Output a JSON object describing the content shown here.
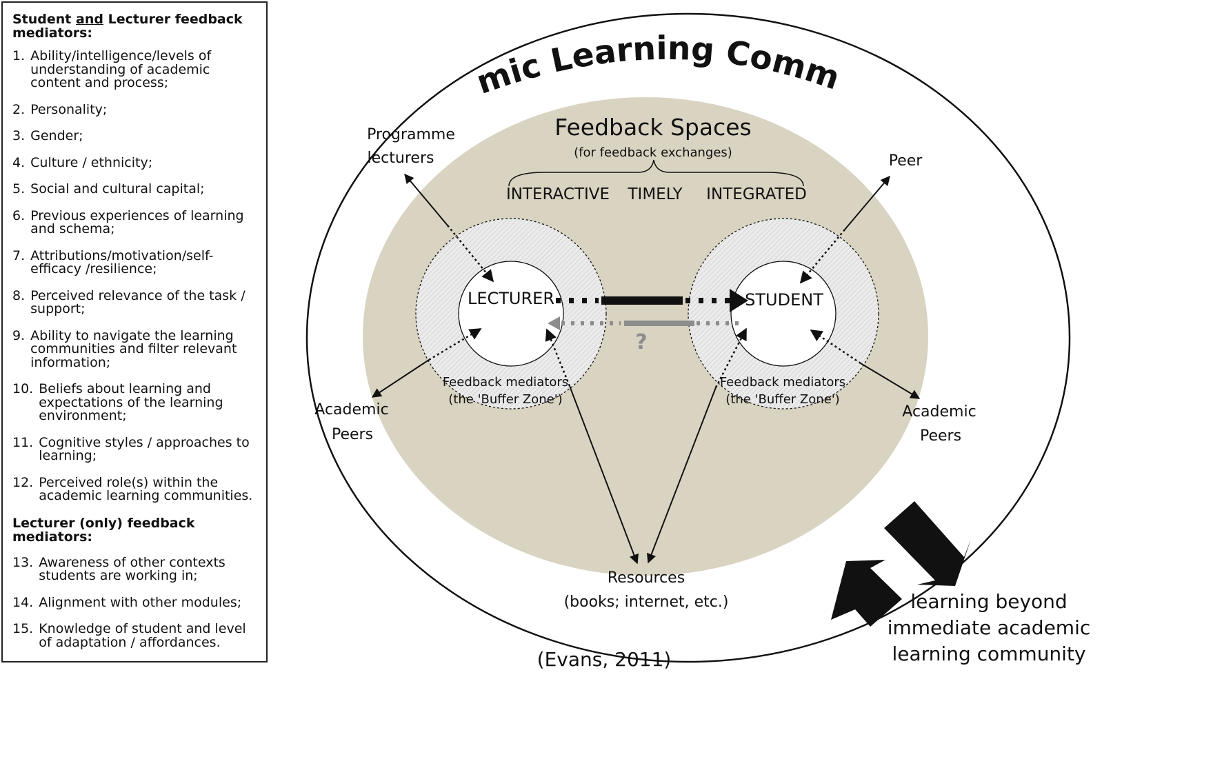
{
  "left_panel": {
    "heading_pre": "Student ",
    "heading_and": "and",
    "heading_post": " Lecturer feedback mediators:",
    "items": [
      {
        "num": "1.",
        "text": "Ability/intelligence/levels of understanding of academic content and process;"
      },
      {
        "num": "2.",
        "text": "Personality;"
      },
      {
        "num": "3.",
        "text": "Gender;"
      },
      {
        "num": "4.",
        "text": "Culture / ethnicity;"
      },
      {
        "num": "5.",
        "text": "Social and cultural capital;"
      },
      {
        "num": "6.",
        "text": "Previous experiences of learning and schema;"
      },
      {
        "num": "7.",
        "text": "Attributions/motivation/self-efficacy /resilience;"
      },
      {
        "num": "8.",
        "text": "Perceived relevance of the task / support;"
      },
      {
        "num": "9.",
        "text": "Ability to navigate the learning communities and filter relevant information;"
      },
      {
        "num": "10.",
        "text": "Beliefs about learning and expectations of the learning environment;"
      },
      {
        "num": "11.",
        "text": "Cognitive styles / approaches to learning;"
      },
      {
        "num": "12.",
        "text": "Perceived role(s) within the academic learning communities."
      }
    ],
    "heading2": "Lecturer (only) feedback mediators:",
    "items2": [
      {
        "num": "13.",
        "text": "Awareness of other contexts students are working in;"
      },
      {
        "num": "14.",
        "text": "Alignment with other modules;"
      },
      {
        "num": "15.",
        "text": "Knowledge of student and level of adaptation / affordances."
      }
    ]
  },
  "diagram": {
    "title": "Academic Learning Community",
    "feedback_spaces_title": "Feedback Spaces",
    "feedback_spaces_sub": "(for feedback exchanges)",
    "qualities": [
      "INTERACTIVE",
      "TIMELY",
      "INTEGRATED"
    ],
    "lecturer": "LECTURER",
    "student": "STUDENT",
    "question": "?",
    "buffer_line1": "Feedback mediators",
    "buffer_line2": "(the 'Buffer Zone')",
    "programme_lecturers_1": "Programme",
    "programme_lecturers_2": "lecturers",
    "peer": "Peer",
    "academic_peers_1": "Academic",
    "academic_peers_2": "Peers",
    "resources_1": "Resources",
    "resources_2": "(books; internet, etc.)",
    "beyond_1": "learning beyond",
    "beyond_2": "immediate academic",
    "beyond_3": "learning community",
    "citation": "(Evans, 2011)"
  },
  "colors": {
    "feedback_space_fill": "#d9d3c1",
    "buffer_fill": "#e6e6e6",
    "return_arrow": "#8c8c8c"
  }
}
